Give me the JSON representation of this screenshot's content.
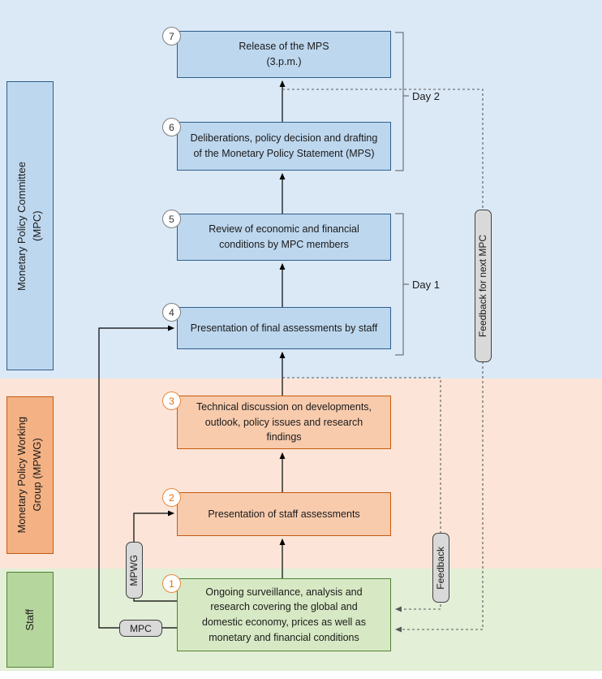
{
  "diagram": {
    "bands": [
      {
        "id": "mpc",
        "label": "Monetary Policy Committee\n(MPC)"
      },
      {
        "id": "mpwg",
        "label": "Monetary Policy Working\nGroup (MPWG)"
      },
      {
        "id": "staff",
        "label": "Staff"
      }
    ],
    "steps": [
      {
        "num": "1",
        "band": "staff",
        "text": "Ongoing surveillance, analysis and\nresearch covering the global and\ndomestic economy, prices as well as\nmonetary and financial conditions"
      },
      {
        "num": "2",
        "band": "mpwg",
        "text": "Presentation of staff assessments"
      },
      {
        "num": "3",
        "band": "mpwg",
        "text": "Technical discussion on developments,\noutlook, policy issues and research\nfindings"
      },
      {
        "num": "4",
        "band": "mpc",
        "text": "Presentation of final assessments by staff"
      },
      {
        "num": "5",
        "band": "mpc",
        "text": "Review of economic and financial\nconditions by MPC members"
      },
      {
        "num": "6",
        "band": "mpc",
        "text": "Deliberations, policy decision and drafting\nof the Monetary Policy Statement (MPS)"
      },
      {
        "num": "7",
        "band": "mpc",
        "text": "Release of the MPS\n(3.p.m.)"
      }
    ],
    "labels": {
      "day1": "Day 1",
      "day2": "Day 2",
      "feedback_next_mpc": "Feedback for next MPC",
      "feedback": "Feedback",
      "mpwg_tag": "MPWG",
      "mpc_tag": "MPC"
    },
    "colors": {
      "band_mpc": "#dbe9f7",
      "band_mpwg": "#fce5d8",
      "band_staff": "#e3efd7",
      "box_mpc_fill": "#bdd7ee",
      "box_mpc_border": "#2e5e8c",
      "box_mpwg_fill": "#f8cbad",
      "box_mpwg_border": "#c55a11",
      "box_staff_fill": "#d7e9c4",
      "box_staff_border": "#538135",
      "label_mpwg_fill": "#f4b183",
      "label_staff_fill": "#b5d69c",
      "tag_fill": "#d9d9d9",
      "tag_border": "#404040",
      "accent_orange_number": "#e36c0a"
    }
  }
}
